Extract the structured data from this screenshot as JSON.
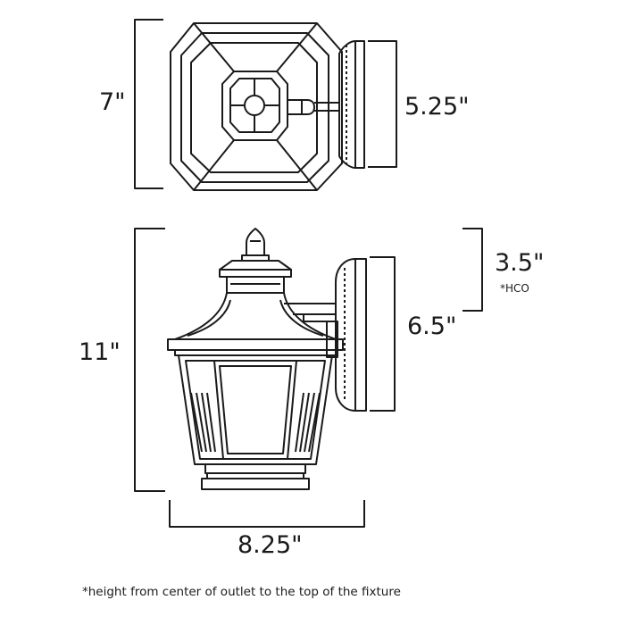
{
  "dimensions": {
    "top_height": "7\"",
    "backplate_width": "5.25\"",
    "overall_height": "11\"",
    "hco": "3.5\"",
    "hco_note": "*HCO",
    "backplate_height": "6.5\"",
    "width": "8.25\""
  },
  "footnote": "*height from center of outlet to the top of the fixture",
  "colors": {
    "line": "#1a1a1a",
    "background": "#ffffff"
  }
}
